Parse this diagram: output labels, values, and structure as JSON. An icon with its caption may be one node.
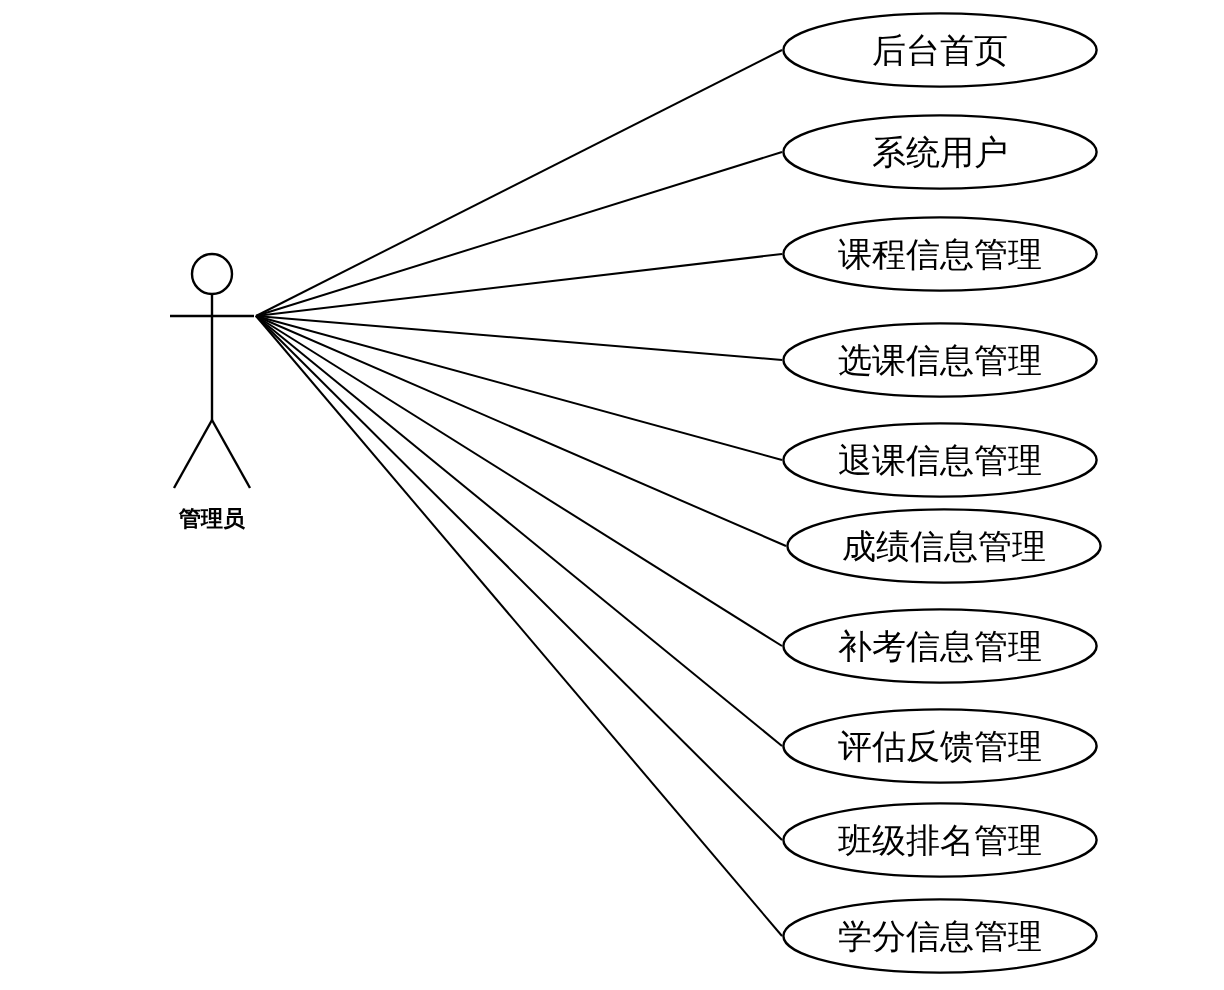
{
  "diagram": {
    "nodes": [
      {
        "text": [
          "管理员"
        ]
      },
      {
        "text": [
          "后台首页"
        ]
      },
      {
        "text": [
          "系统用户"
        ]
      },
      {
        "text": [
          "课程信息管理"
        ]
      },
      {
        "text": [
          "选课信息管理"
        ]
      },
      {
        "text": [
          "退课信息管理"
        ]
      },
      {
        "text": [
          "成绩信息管理"
        ]
      },
      {
        "text": [
          "补考信息管理"
        ]
      },
      {
        "text": [
          "评估反馈管理"
        ]
      },
      {
        "text": [
          "班级排名管理"
        ]
      },
      {
        "text": [
          "学分信息管理"
        ]
      }
    ],
    "edges": [
      {
        "from": 0,
        "to": 1,
        "arrow": "none"
      },
      {
        "from": 0,
        "to": 2,
        "arrow": "none"
      },
      {
        "from": 0,
        "to": 3,
        "arrow": "none"
      },
      {
        "from": 0,
        "to": 4,
        "arrow": "none"
      },
      {
        "from": 0,
        "to": 5,
        "arrow": "none"
      },
      {
        "from": 0,
        "to": 6,
        "arrow": "none"
      },
      {
        "from": 0,
        "to": 7,
        "arrow": "none"
      },
      {
        "from": 0,
        "to": 8,
        "arrow": "none"
      },
      {
        "from": 0,
        "to": 9,
        "arrow": "none"
      },
      {
        "from": 0,
        "to": 10,
        "arrow": "none"
      }
    ]
  }
}
